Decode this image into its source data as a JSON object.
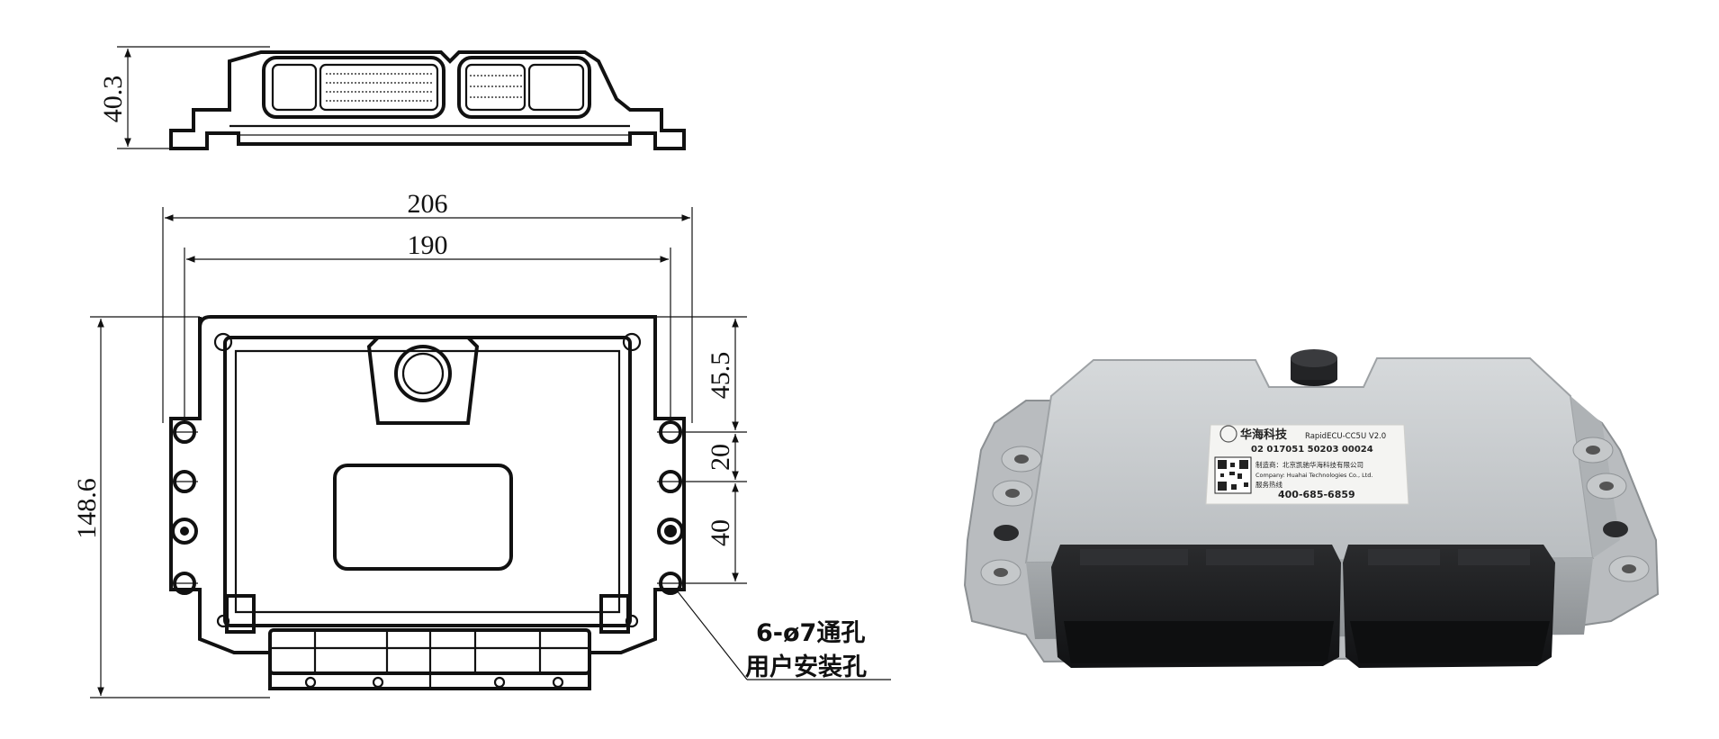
{
  "dimensions": {
    "side_height": "40.3",
    "overall_width": "206",
    "hole_span_width": "190",
    "overall_height": "148.6",
    "right_dim_1": "45.5",
    "right_dim_2": "20",
    "right_dim_3": "40"
  },
  "note": {
    "line1": "6-ø7通孔",
    "line2": "用户安装孔"
  },
  "product_label": {
    "brand": "华海科技",
    "model": "RapidECU-CC5U V2.0",
    "serial": "02 017051 50203 00024",
    "manufacturer_cn": "制造商：北京凯驰华海科技有限公司",
    "company_en": "Company: Huahai Technologies Co., Ltd.",
    "hotline_label": "服务热线",
    "phone": "400-685-6859"
  },
  "colors": {
    "housing": "#c8cbcd",
    "housing_dark": "#9ea2a5",
    "connector": "#1c1d1f",
    "label_bg": "#f4f4f2"
  }
}
